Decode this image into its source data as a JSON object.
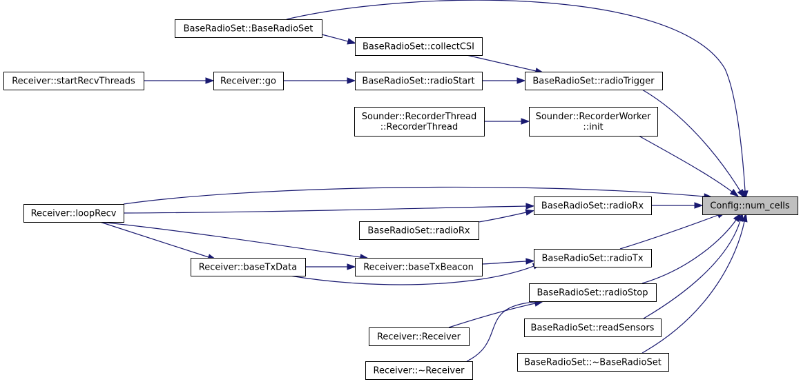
{
  "graph": {
    "nodes": [
      {
        "id": "n_root",
        "lines": [
          "Config::num_cells"
        ],
        "root": true
      },
      {
        "id": "n_brs_ctor",
        "lines": [
          "BaseRadioSet::BaseRadioSet"
        ]
      },
      {
        "id": "n_collect",
        "lines": [
          "BaseRadioSet::collectCSI"
        ]
      },
      {
        "id": "n_startrecv",
        "lines": [
          "Receiver::startRecvThreads"
        ]
      },
      {
        "id": "n_go",
        "lines": [
          "Receiver::go"
        ]
      },
      {
        "id": "n_radiostart",
        "lines": [
          "BaseRadioSet::radioStart"
        ]
      },
      {
        "id": "n_trigger",
        "lines": [
          "BaseRadioSet::radioTrigger"
        ]
      },
      {
        "id": "n_recthread",
        "lines": [
          "Sounder::RecorderThread",
          "::RecorderThread"
        ]
      },
      {
        "id": "n_recworker",
        "lines": [
          "Sounder::RecorderWorker",
          "::init"
        ]
      },
      {
        "id": "n_looprecv",
        "lines": [
          "Receiver::loopRecv"
        ]
      },
      {
        "id": "n_radiorx1",
        "lines": [
          "BaseRadioSet::radioRx"
        ]
      },
      {
        "id": "n_radiorx2",
        "lines": [
          "BaseRadioSet::radioRx"
        ]
      },
      {
        "id": "n_basetxdata",
        "lines": [
          "Receiver::baseTxData"
        ]
      },
      {
        "id": "n_basetxbeacon",
        "lines": [
          "Receiver::baseTxBeacon"
        ]
      },
      {
        "id": "n_radiotx",
        "lines": [
          "BaseRadioSet::radioTx"
        ]
      },
      {
        "id": "n_radiostop",
        "lines": [
          "BaseRadioSet::radioStop"
        ]
      },
      {
        "id": "n_readsensors",
        "lines": [
          "BaseRadioSet::readSensors"
        ]
      },
      {
        "id": "n_receiver_ctor",
        "lines": [
          "Receiver::Receiver"
        ]
      },
      {
        "id": "n_receiver_dtor",
        "lines": [
          "Receiver::~Receiver"
        ]
      },
      {
        "id": "n_brs_dtor",
        "lines": [
          "BaseRadioSet::~BaseRadioSet"
        ]
      }
    ],
    "edges": [
      {
        "from": "n_brs_ctor",
        "to": "n_root"
      },
      {
        "from": "n_brs_ctor",
        "to": "n_collect"
      },
      {
        "from": "n_collect",
        "to": "n_trigger"
      },
      {
        "from": "n_startrecv",
        "to": "n_go"
      },
      {
        "from": "n_go",
        "to": "n_radiostart"
      },
      {
        "from": "n_radiostart",
        "to": "n_trigger"
      },
      {
        "from": "n_trigger",
        "to": "n_root"
      },
      {
        "from": "n_recthread",
        "to": "n_recworker"
      },
      {
        "from": "n_recworker",
        "to": "n_root"
      },
      {
        "from": "n_looprecv",
        "to": "n_root"
      },
      {
        "from": "n_looprecv",
        "to": "n_radiorx1"
      },
      {
        "from": "n_looprecv",
        "to": "n_basetxbeacon"
      },
      {
        "from": "n_looprecv",
        "to": "n_basetxdata"
      },
      {
        "from": "n_radiorx1",
        "to": "n_root"
      },
      {
        "from": "n_radiorx2",
        "to": "n_radiorx1"
      },
      {
        "from": "n_basetxdata",
        "to": "n_basetxbeacon"
      },
      {
        "from": "n_basetxdata",
        "to": "n_radiotx"
      },
      {
        "from": "n_basetxbeacon",
        "to": "n_radiotx"
      },
      {
        "from": "n_radiotx",
        "to": "n_root"
      },
      {
        "from": "n_radiostop",
        "to": "n_root"
      },
      {
        "from": "n_receiver_ctor",
        "to": "n_radiostop"
      },
      {
        "from": "n_receiver_dtor",
        "to": "n_radiostop"
      },
      {
        "from": "n_readsensors",
        "to": "n_root"
      },
      {
        "from": "n_brs_dtor",
        "to": "n_root"
      }
    ],
    "colors": {
      "edge": "#191970",
      "node_border": "#000000",
      "node_fill": "#ffffff",
      "root_fill": "#bfbfbf"
    }
  }
}
